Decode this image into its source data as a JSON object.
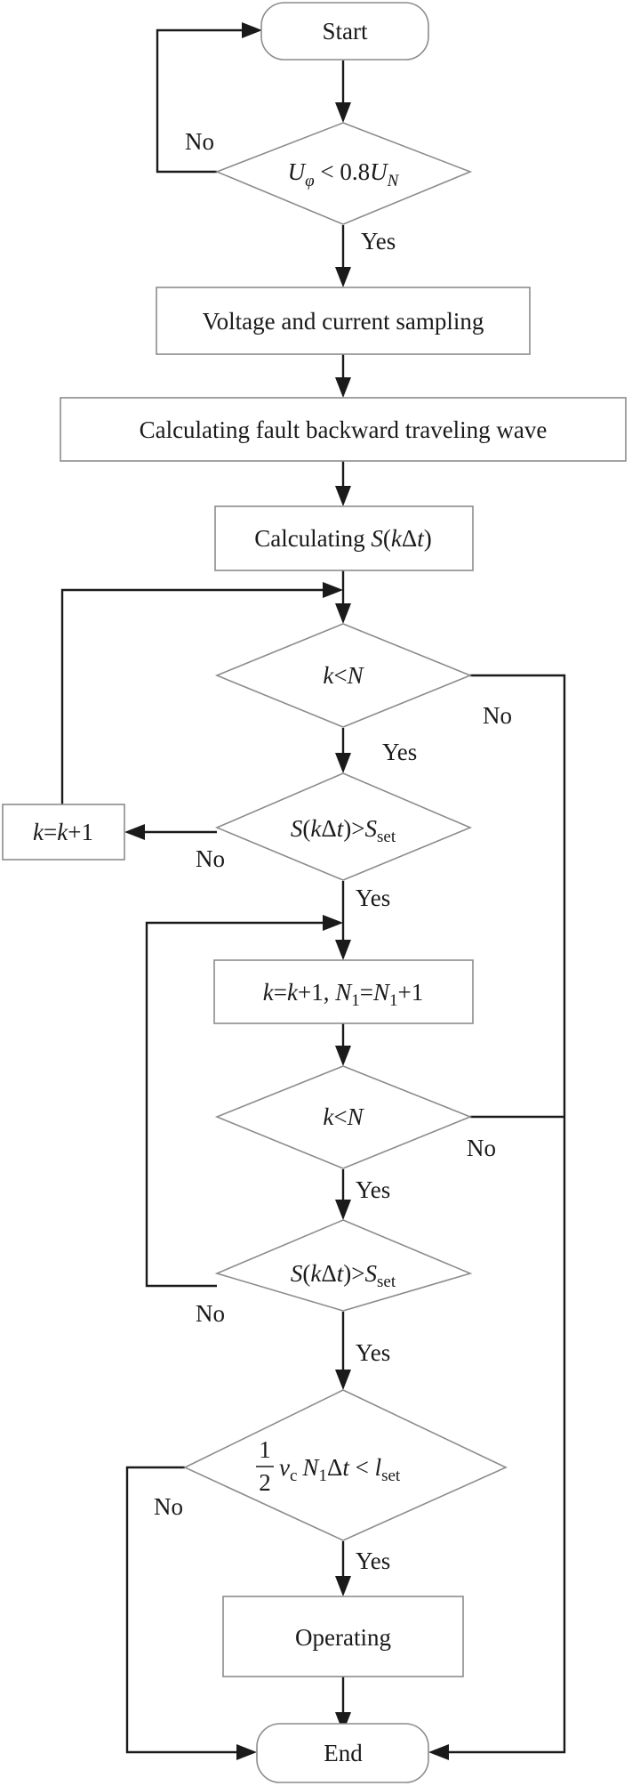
{
  "nodes": {
    "start": "Start",
    "cond_voltage": {
      "u": "U",
      "u_sub": "φ",
      "op": " < 0.8",
      "n": "U",
      "n_sub": "N"
    },
    "sampling": "Voltage and current sampling",
    "backward_wave": "Calculating fault backward traveling wave",
    "calc_s": {
      "prefix": "Calculating ",
      "s": "S",
      "open": "(",
      "k": "k",
      "delta": "Δ",
      "t": "t",
      "close": ")"
    },
    "cond_k_lt_n_1": {
      "k": "k",
      "op": "<",
      "n": "N"
    },
    "cond_s_gt_sset_1": {
      "s": "S",
      "open": "(",
      "k": "k",
      "delta": "Δ",
      "t": "t",
      "close": ")",
      "op": ">",
      "sset": "S",
      "sset_sub": "set"
    },
    "increment_k": {
      "k1": "k",
      "eq": "=",
      "k2": "k",
      "plus": "+1"
    },
    "increment_k_n1": {
      "k1": "k",
      "eq1": "=",
      "k2": "k",
      "plus1": "+1, ",
      "n1a": "N",
      "n1a_sub": "1",
      "eq2": "=",
      "n1b": "N",
      "n1b_sub": "1",
      "plus2": "+1"
    },
    "cond_k_lt_n_2": {
      "k": "k",
      "op": "<",
      "n": "N"
    },
    "cond_s_gt_sset_2": {
      "s": "S",
      "open": "(",
      "k": "k",
      "delta": "Δ",
      "t": "t",
      "close": ")",
      "op": ">",
      "sset": "S",
      "sset_sub": "set"
    },
    "cond_distance": {
      "frac_num": "1",
      "frac_den": "2",
      "v": "v",
      "v_sub": "c",
      "n": "N",
      "n_sub": "1",
      "delta": "Δ",
      "t": "t",
      "op": " < ",
      "l": "l",
      "l_sub": "set"
    },
    "operating": "Operating",
    "end": "End"
  },
  "labels": {
    "no_voltage": "No",
    "yes_voltage": "Yes",
    "yes_k1": "Yes",
    "no_k1": "No",
    "no_s1": "No",
    "yes_s1": "Yes",
    "yes_k2": "Yes",
    "no_k2": "No",
    "no_s2": "No",
    "yes_s2": "Yes",
    "no_distance": "No",
    "yes_distance": "Yes"
  }
}
